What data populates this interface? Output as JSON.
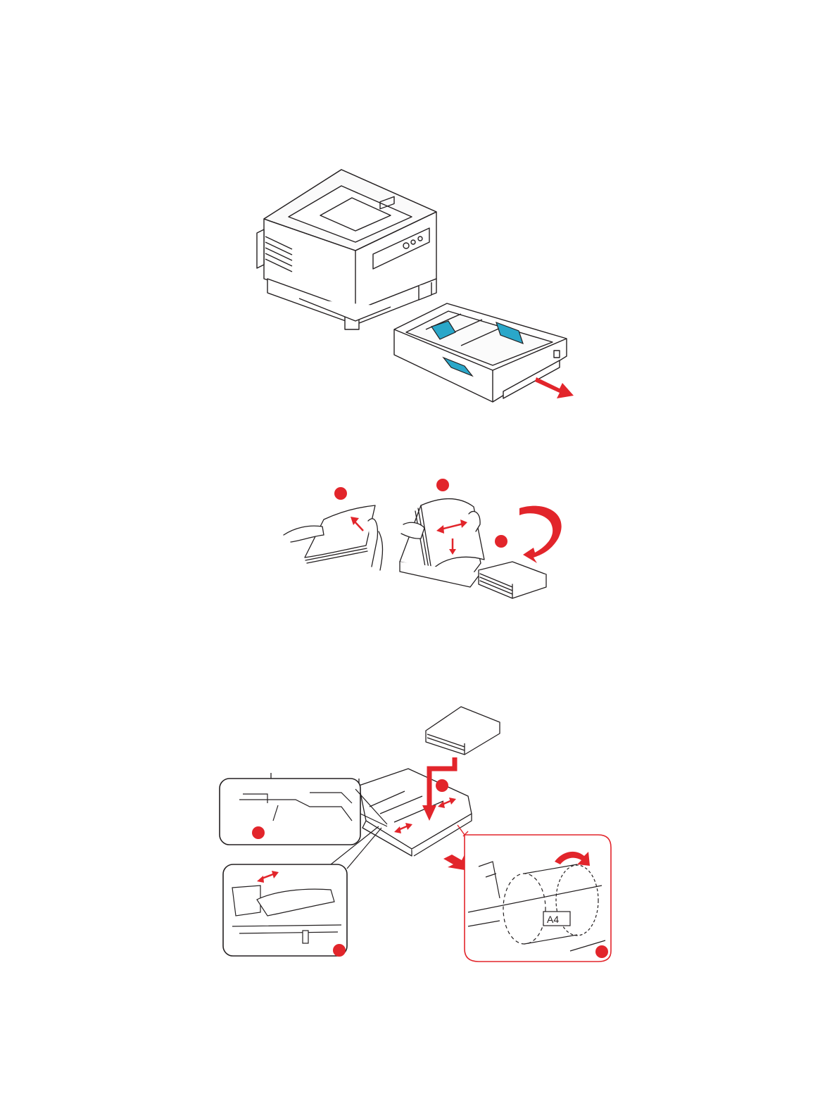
{
  "page": {
    "figures": [
      {
        "id": "fig-remove-tray",
        "icon": "printer-with-paper-tray-illustration"
      },
      {
        "id": "fig-prepare-paper",
        "icon": "fan-and-align-paper-illustration"
      },
      {
        "id": "fig-load-paper",
        "icon": "load-paper-into-tray-illustration"
      }
    ]
  },
  "labels": {
    "size_dial_text": "A4"
  },
  "colors": {
    "accent_red": "#e2252b",
    "guide_blue": "#2aa7c9",
    "outline": "#231f20"
  }
}
